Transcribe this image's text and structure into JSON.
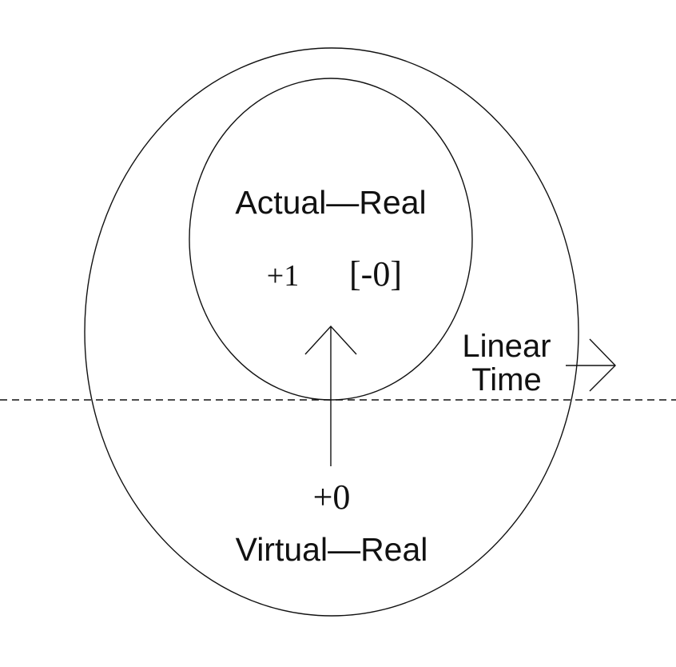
{
  "labels": {
    "inner": "Actual—Real",
    "inner_values": {
      "plus_one": "+1",
      "minus_zero": "[-0]"
    },
    "outer_value": "+0",
    "outer": "Virtual—Real",
    "time_line1": "Linear",
    "time_line2": "Time"
  },
  "colors": {
    "ink": "#111111",
    "background": "#ffffff"
  }
}
